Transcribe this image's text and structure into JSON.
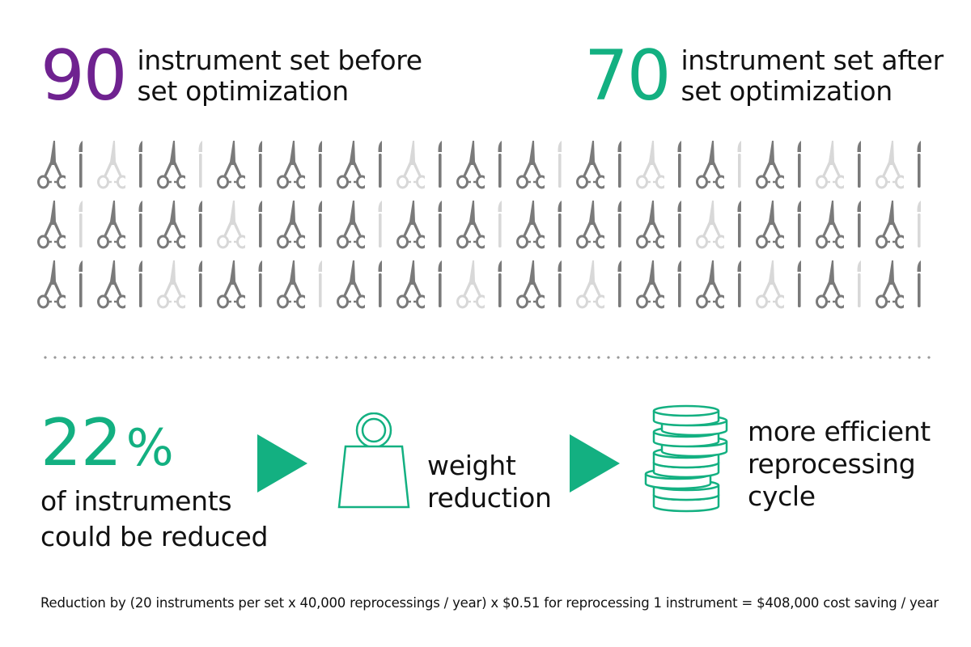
{
  "colors": {
    "purple": "#6f2290",
    "green": "#13b081",
    "icon_dark": "#7a7a7a",
    "icon_light": "#d8d8d8",
    "text": "#111111",
    "dots": "#9a9a9a"
  },
  "header": {
    "before": {
      "number": "90",
      "line1": "instrument set before",
      "line2": "set optimization"
    },
    "after": {
      "number": "70",
      "line1": "instrument set after",
      "line2": "set optimization"
    }
  },
  "instrument_grid": {
    "description": "3 rows x 30 icons alternating scissors/scalpel; light = removed instruments (20), dark = kept (70)",
    "icon_types": [
      "scissors-icon",
      "scalpel-icon"
    ],
    "total": 90,
    "kept": 70,
    "removed": 20,
    "rows": [
      [
        1,
        1,
        0,
        1,
        1,
        0,
        1,
        1,
        1,
        1,
        1,
        1,
        0,
        1,
        1,
        1,
        1,
        0,
        1,
        1,
        0,
        1,
        1,
        0,
        1,
        1,
        0,
        1,
        0,
        1
      ],
      [
        1,
        0,
        1,
        1,
        1,
        1,
        0,
        1,
        1,
        1,
        1,
        0,
        1,
        1,
        1,
        0,
        1,
        1,
        1,
        1,
        1,
        1,
        0,
        1,
        1,
        1,
        1,
        1,
        1,
        0
      ],
      [
        1,
        1,
        1,
        1,
        0,
        1,
        1,
        1,
        1,
        0,
        1,
        1,
        1,
        1,
        0,
        1,
        1,
        1,
        0,
        1,
        1,
        1,
        1,
        1,
        0,
        1,
        1,
        0,
        1,
        1
      ]
    ]
  },
  "result": {
    "percent_value": "22",
    "percent_symbol": "%",
    "line1": "of instruments",
    "line2": "could be reduced"
  },
  "effects": {
    "weight": {
      "icon": "weight-icon",
      "line1": "weight",
      "line2": "reduction"
    },
    "efficiency": {
      "icon": "coin-stack-icon",
      "line1": "more efficient",
      "line2": "reprocessing",
      "line3": "cycle"
    }
  },
  "footnote": "Reduction by (20 instruments per set x 40,000 reprocessings / year) x $0.51 for reprocessing 1 instrument = $408,000 cost saving / year"
}
